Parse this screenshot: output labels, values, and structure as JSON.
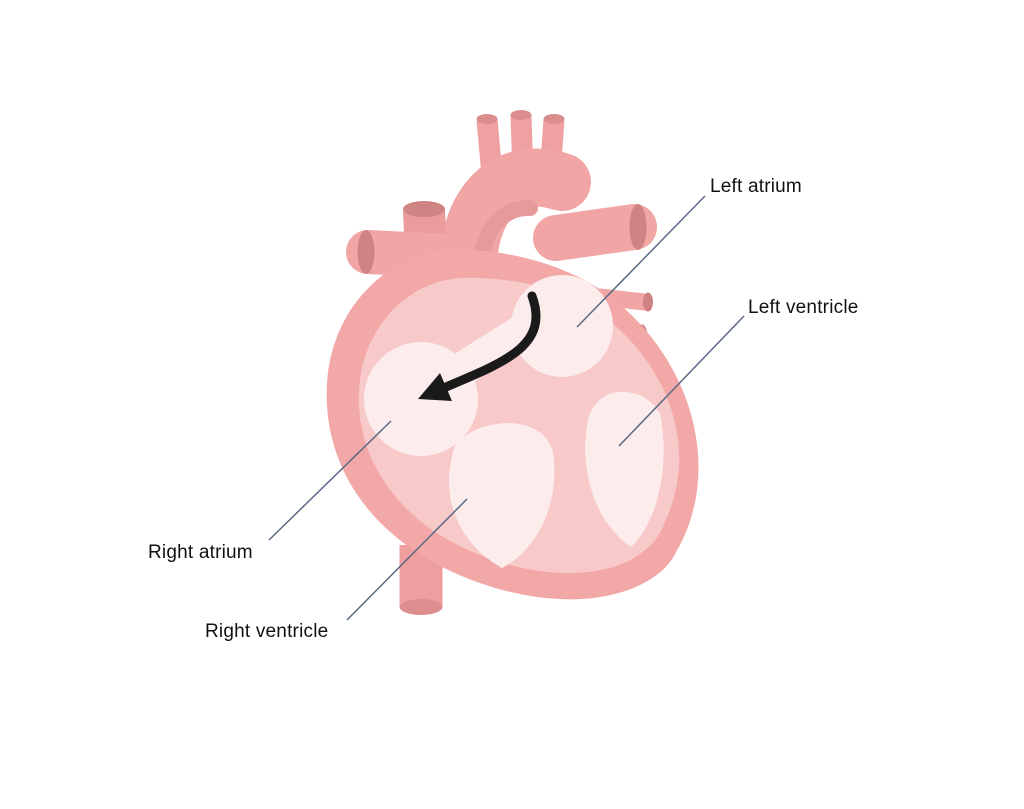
{
  "diagram": {
    "labels": {
      "left_atrium": "Left atrium",
      "left_ventricle": "Left ventricle",
      "right_atrium": "Right atrium",
      "right_ventricle": "Right ventricle"
    },
    "icons": {
      "blood_flow_arrow": "curved-arrow-pointing-from-left-atrium-to-right-atrium"
    },
    "colors": {
      "background": "#ffffff",
      "heart_outer": "#f3a8a8",
      "heart_wall_inner": "#f8c9c9",
      "chamber_fill": "#fdecec",
      "vessel": "#f1a5a5",
      "vessel_opening": "#d08383",
      "arrow": "#1a1a1a",
      "leader_line": "#5a6a85",
      "label_text": "#111111"
    }
  }
}
